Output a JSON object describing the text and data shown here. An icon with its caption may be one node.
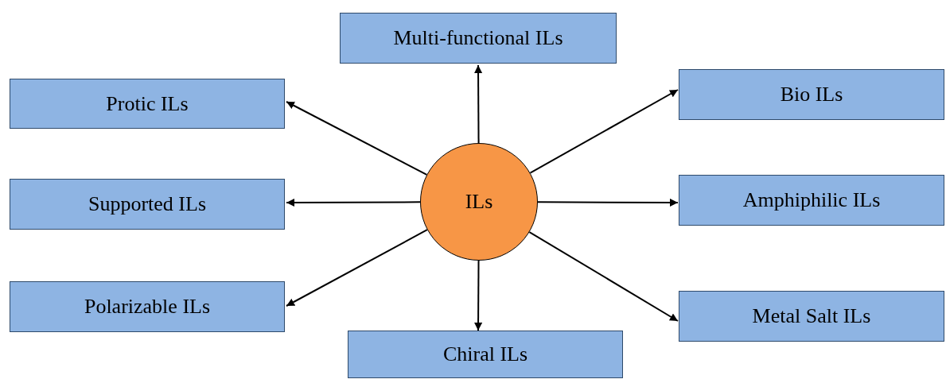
{
  "diagram": {
    "nodes": [
      {
        "text": [
          "Multi-functional ILs"
        ]
      },
      {
        "text": [
          "Protic ILs"
        ]
      },
      {
        "text": [
          "Bio ILs"
        ]
      },
      {
        "text": [
          "Supported ILs"
        ]
      },
      {
        "text": [
          "ILs"
        ]
      },
      {
        "text": [
          "Amphiphilic ILs"
        ]
      },
      {
        "text": [
          "Polarizable ILs"
        ]
      },
      {
        "text": [
          "Metal Salt ILs"
        ]
      },
      {
        "text": [
          "Chiral ILs"
        ]
      }
    ],
    "edges": [
      {
        "from": 4,
        "to": 0,
        "arrow": "to"
      },
      {
        "from": 4,
        "to": 1,
        "arrow": "to"
      },
      {
        "from": 4,
        "to": 2,
        "arrow": "to"
      },
      {
        "from": 4,
        "to": 3,
        "arrow": "to"
      },
      {
        "from": 4,
        "to": 5,
        "arrow": "to"
      },
      {
        "from": 4,
        "to": 6,
        "arrow": "to"
      },
      {
        "from": 4,
        "to": 7,
        "arrow": "to"
      },
      {
        "from": 4,
        "to": 8,
        "arrow": "to"
      }
    ]
  }
}
